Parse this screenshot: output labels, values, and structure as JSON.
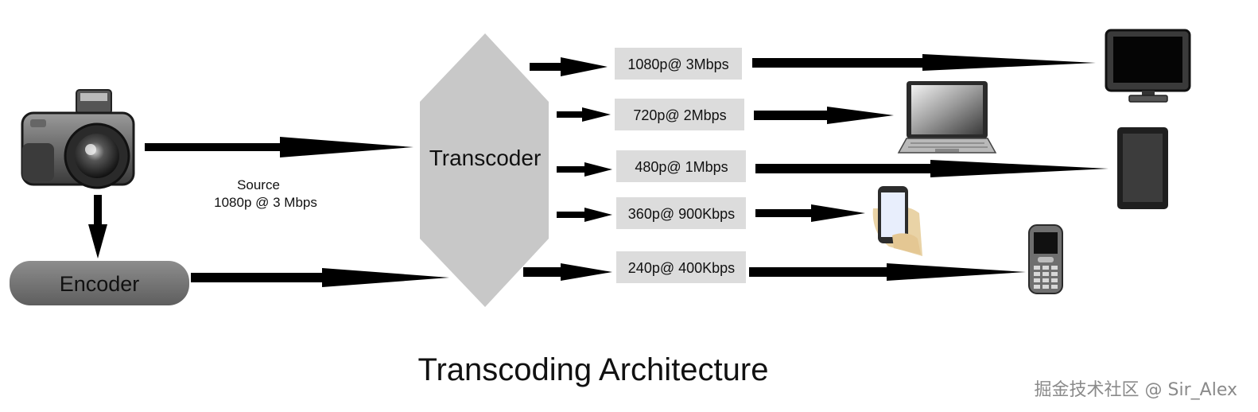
{
  "diagram": {
    "source": {
      "label": "Source",
      "spec": "1080p @ 3 Mbps"
    },
    "encoder": {
      "label": "Encoder"
    },
    "transcoder": {
      "label": "Transcoder"
    },
    "renditions": [
      {
        "label": "1080p@ 3Mbps"
      },
      {
        "label": "720p@ 2Mbps"
      },
      {
        "label": "480p@ 1Mbps"
      },
      {
        "label": "360p@ 900Kbps"
      },
      {
        "label": "240p@ 400Kbps"
      }
    ],
    "devices": [
      {
        "icon": "monitor-icon"
      },
      {
        "icon": "laptop-icon"
      },
      {
        "icon": "tablet-icon"
      },
      {
        "icon": "smartphone-in-hand-icon"
      },
      {
        "icon": "feature-phone-icon"
      }
    ],
    "source_device": {
      "icon": "camera-icon"
    },
    "title": "Transcoding Architecture",
    "credit": "掘金技术社区 @ Sir_Alex",
    "colors": {
      "box": "#dcdcdc",
      "transcoder": "#c8c8c8",
      "encoder": "#7a7a7a",
      "arrow": "#000000"
    }
  }
}
